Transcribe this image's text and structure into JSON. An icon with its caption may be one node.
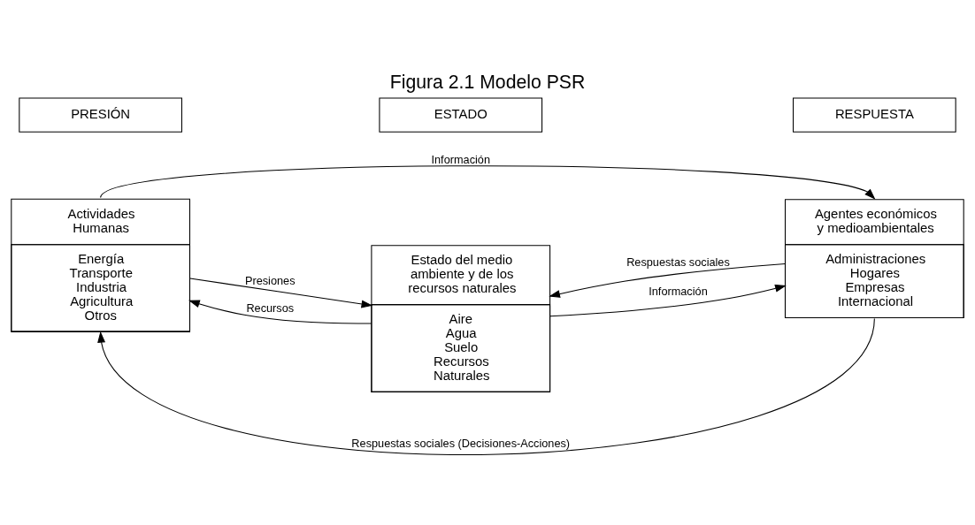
{
  "diagram": {
    "title": "Figura 2.1 Modelo PSR",
    "nodes": [
      {
        "text": [
          "PRESIÓN"
        ]
      },
      {
        "text": [
          "ESTADO"
        ]
      },
      {
        "text": [
          "RESPUESTA"
        ]
      },
      {
        "text": [
          "Actividades Humanas",
          "Energía Transporte Industria Agricultura Otros"
        ]
      },
      {
        "text": [
          "Estado del medio ambiente y de los recursos naturales",
          "Aire Agua Suelo Recursos Naturales"
        ]
      },
      {
        "text": [
          "Agentes económicos y medioambientales",
          "Administraciones Hogares Empresas Internacional"
        ]
      }
    ],
    "edges": [
      {
        "from": 3,
        "to": 5,
        "arrow": "to",
        "label": "Información"
      },
      {
        "from": 3,
        "to": 4,
        "arrow": "to",
        "label": "Presiones"
      },
      {
        "from": 4,
        "to": 3,
        "arrow": "to",
        "label": "Recursos"
      },
      {
        "from": 4,
        "to": 5,
        "arrow": "to",
        "label": "Información"
      },
      {
        "from": 5,
        "to": 4,
        "arrow": "to",
        "label": "Respuestas sociales"
      },
      {
        "from": 5,
        "to": 3,
        "arrow": "to",
        "label": "Respuestas sociales (Decisiones-Acciones)"
      }
    ]
  }
}
